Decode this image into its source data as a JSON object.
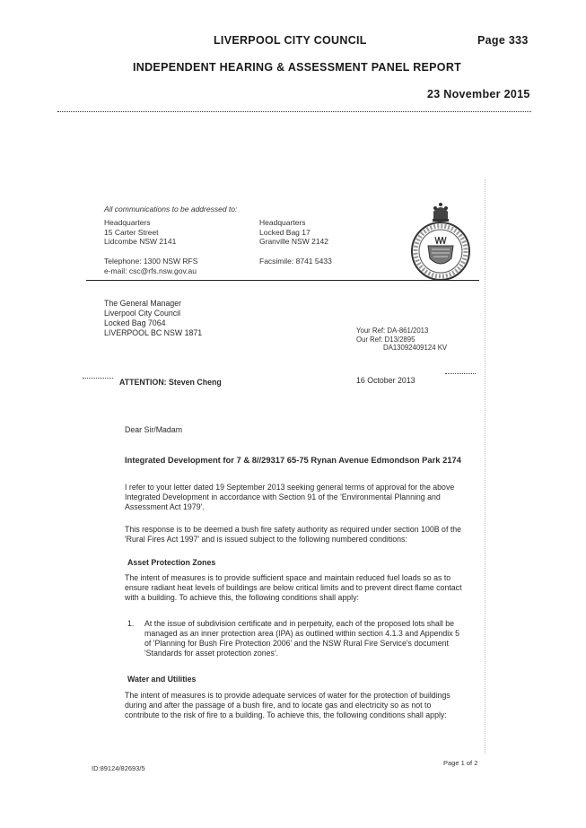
{
  "header": {
    "council": "LIVERPOOL CITY COUNCIL",
    "page": "Page 333",
    "report": "INDEPENDENT HEARING & ASSESSMENT PANEL REPORT",
    "date": "23 November 2015"
  },
  "letter": {
    "address_note": "All communications to be addressed to:",
    "hq_col1": [
      "Headquarters",
      "15 Carter Street",
      "Lidcombe NSW 2141"
    ],
    "hq_col2": [
      "Headquarters",
      "Locked Bag 17",
      "Granville NSW 2142"
    ],
    "telephone": "Telephone: 1300 NSW RFS",
    "email": "e-mail: csc@rfs.nsw.gov.au",
    "facsimile": "Facsimile: 8741 5433",
    "recipient": [
      "The General Manager",
      "Liverpool City Council",
      "Locked Bag 7064",
      "LIVERPOOL BC NSW 1871"
    ],
    "refs": [
      "Your Ref: DA-861/2013",
      "Our Ref: D13/2895",
      "DA13092409124 KV"
    ],
    "attention": "ATTENTION: Steven Cheng",
    "letter_date": "16 October 2013",
    "salutation": "Dear Sir/Madam",
    "subject": "Integrated Development for 7 & 8//29317 65-75 Rynan Avenue Edmondson Park 2174",
    "para1": "I refer to your letter dated 19 September 2013 seeking general terms of approval for the above Integrated Development in accordance with Section 91 of the 'Environmental Planning and Assessment Act 1979'.",
    "para2": "This response is to be deemed a bush fire safety authority as required under section 100B of the 'Rural Fires Act 1997' and is issued subject to the following numbered conditions:",
    "heading_apz": "Asset Protection Zones",
    "para3": "The intent of measures is to provide sufficient space and maintain reduced fuel loads so as to ensure radiant heat levels of buildings are below critical limits and to prevent direct flame contact with a building. To achieve this, the following conditions shall apply:",
    "item1_num": "1.",
    "item1_text": "At the issue of subdivision certificate and in perpetuity, each of the proposed lots shall be managed as an inner protection area (IPA) as outlined within section 4.1.3 and Appendix 5 of 'Planning for Bush Fire Protection 2006' and the NSW Rural Fire Service's document 'Standards for asset protection zones'.",
    "heading_water": "Water and Utilities",
    "para4": "The intent of measures is to provide adequate services of water for the protection of buildings during and after the passage of a bush fire, and to locate gas and electricity so as not to contribute to the risk of fire to a building. To achieve this, the following conditions shall apply:",
    "footer_ref": "ID:89124/82693/5",
    "footer_page": "Page 1 of 2"
  }
}
